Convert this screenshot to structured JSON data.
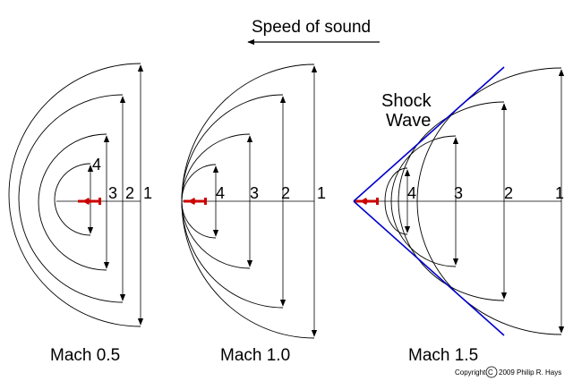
{
  "header": {
    "title": "Speed of sound"
  },
  "panels": [
    {
      "name": "Mach 0.5",
      "label": "Mach 0.5",
      "wavefront_numbers": [
        "1",
        "2",
        "3",
        "4"
      ]
    },
    {
      "name": "Mach 1.0",
      "label": "Mach 1.0",
      "wavefront_numbers": [
        "1",
        "2",
        "3",
        "4"
      ]
    },
    {
      "name": "Mach 1.5",
      "label": "Mach 1.5",
      "wavefront_numbers": [
        "1",
        "2",
        "3",
        "4"
      ],
      "shock_label_line1": "Shock",
      "shock_label_line2": "Wave"
    }
  ],
  "footer": {
    "copyright_prefix": "Copyright",
    "copyright_symbol": "C",
    "copyright_suffix": "2009 Philip R. Hays"
  },
  "colors": {
    "line": "#000000",
    "shock_line": "#0000cc",
    "aircraft": "#cc0000"
  }
}
